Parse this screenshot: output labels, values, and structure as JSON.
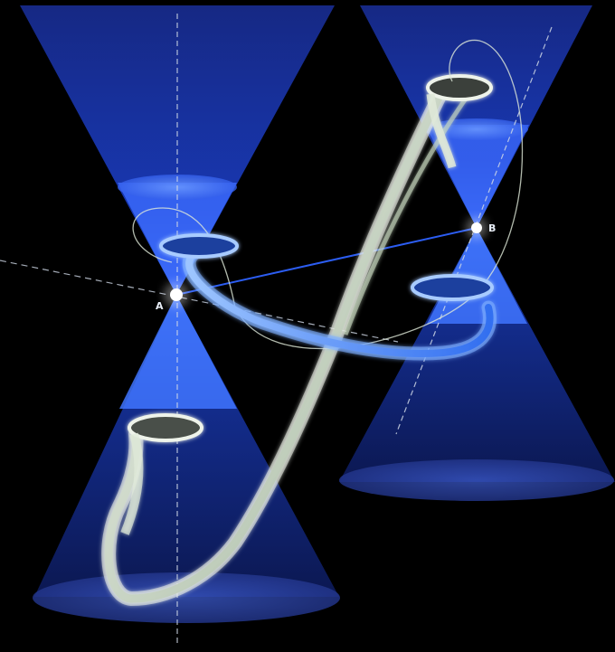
{
  "points": [
    {
      "id": "A",
      "label": "A"
    },
    {
      "id": "B",
      "label": "B"
    }
  ],
  "colors": {
    "background": "#000000",
    "cone": "#1f4cff",
    "cone_bright": "#4f7dff",
    "tube": "#dfe9d8",
    "tube_blue": "#5aa0ff",
    "axis": "#cfd8e6",
    "link": "#2f63ff"
  }
}
